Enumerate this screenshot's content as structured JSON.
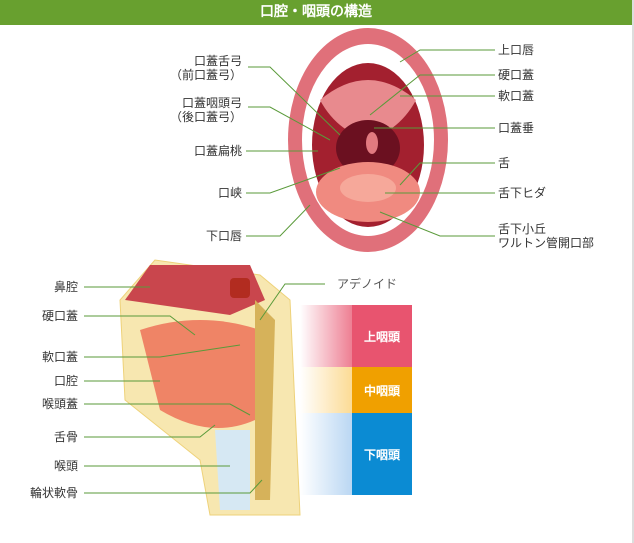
{
  "title": "口腔・咽頭の構造",
  "mouth_labels_left": [
    "口蓋舌弓",
    "（前口蓋弓）",
    "口蓋咽頭弓",
    "（後口蓋弓）",
    "口蓋扁桃",
    "口峡",
    "下口唇"
  ],
  "mouth_labels_right": [
    "上口唇",
    "硬口蓋",
    "軟口蓋",
    "口蓋垂",
    "舌",
    "舌下ヒダ",
    "舌下小丘",
    "ワルトン管開口部"
  ],
  "section_labels_left": [
    "鼻腔",
    "硬口蓋",
    "軟口蓋",
    "口腔",
    "喉頭蓋",
    "舌骨",
    "喉頭",
    "輪状軟骨"
  ],
  "section_label_right": "アデノイド",
  "pharynx_regions": [
    {
      "label": "上咽頭",
      "color": "#e8546f"
    },
    {
      "label": "中咽頭",
      "color": "#f0a000"
    },
    {
      "label": "下咽頭",
      "color": "#0b8bd3"
    }
  ],
  "line_color": "#5a9a3a"
}
